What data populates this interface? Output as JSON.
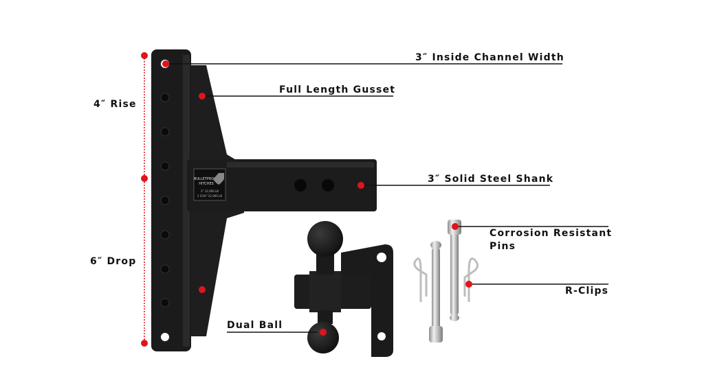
{
  "labels": {
    "channel_width": "3″ Inside Channel Width",
    "gusset": "Full Length Gusset",
    "shank": "3″ Solid Steel Shank",
    "pins_line1": "Corrosion Resistant",
    "pins_line2": "Pins",
    "rclips": "R-Clips",
    "dual_ball": "Dual Ball",
    "rise": "4″ Rise",
    "drop": "6″ Drop"
  },
  "plate": {
    "brand_line1": "BULLETPROOF",
    "brand_line2": "HITCHES",
    "rating_line1": "2\" 12,000 LB",
    "rating_line2": "2 5/16\" 22,000 LB"
  },
  "colors": {
    "dot": "#e0141c",
    "line": "#111111",
    "steel": "#1b1b1b",
    "chrome": "#c8c8c8"
  }
}
